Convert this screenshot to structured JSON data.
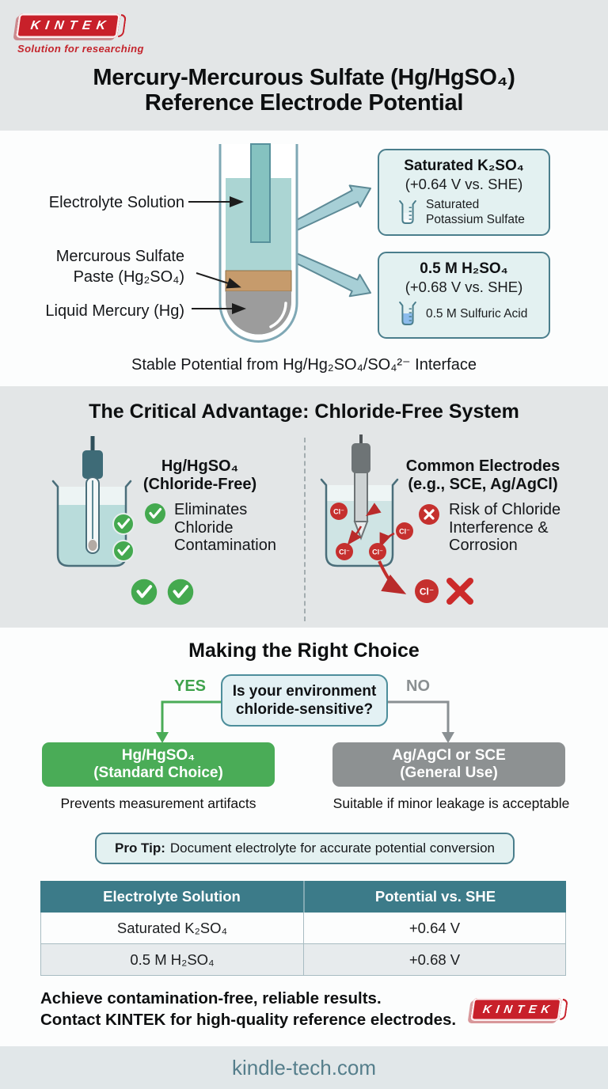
{
  "brand": {
    "name": "KINTEK",
    "tagline": "Solution for researching",
    "logo_red": "#c8202a"
  },
  "header": {
    "title_line1": "Mercury-Mercurous Sulfate (Hg/HgSO₄)",
    "title_line2": "Reference Electrode Potential"
  },
  "diagram": {
    "label_electrolyte": "Electrolyte Solution",
    "label_paste_line1": "Mercurous Sulfate",
    "label_paste_line2": "Paste (Hg₂SO₄)",
    "label_mercury": "Liquid Mercury (Hg)",
    "box1": {
      "title": "Saturated K₂SO₄",
      "potential": "(+0.64 V vs. SHE)",
      "solution_line1": "Saturated",
      "solution_line2": "Potassium Sulfate"
    },
    "box2": {
      "title": "0.5 M H₂SO₄",
      "potential": "(+0.68 V vs. SHE)",
      "solution_line1": "0.5 M Sulfuric Acid"
    },
    "caption": "Stable Potential from Hg/Hg₂SO₄/SO₄²⁻ Interface"
  },
  "advantage": {
    "title": "The Critical Advantage: Chloride-Free System",
    "left": {
      "heading_line1": "Hg/HgSO₄",
      "heading_line2": "(Chloride-Free)",
      "point": "Eliminates Chloride Contamination"
    },
    "right": {
      "heading_line1": "Common Electrodes",
      "heading_line2": "(e.g., SCE, Ag/AgCl)",
      "point": "Risk of Chloride Interference & Corrosion",
      "ion": "Cl⁻"
    }
  },
  "choice": {
    "title": "Making the Right Choice",
    "question": "Is your environment chloride-sensitive?",
    "yes_label": "YES",
    "no_label": "NO",
    "option_yes": {
      "line1": "Hg/HgSO₄",
      "line2": "(Standard Choice)",
      "caption": "Prevents measurement artifacts"
    },
    "option_no": {
      "line1": "Ag/AgCl or SCE",
      "line2": "(General Use)",
      "caption": "Suitable if minor leakage is acceptable"
    }
  },
  "protip": {
    "label": "Pro Tip:",
    "text": "Document electrolyte for accurate potential conversion"
  },
  "table": {
    "headers": [
      "Electrolyte Solution",
      "Potential vs. SHE"
    ],
    "rows": [
      [
        "Saturated K₂SO₄",
        "+0.64 V"
      ],
      [
        "0.5 M H₂SO₄",
        "+0.68 V"
      ]
    ]
  },
  "cta": {
    "line1": "Achieve contamination-free, reliable results.",
    "line2": "Contact KINTEK for high-quality reference electrodes."
  },
  "footer": {
    "url": "kindle-tech.com"
  },
  "icons": {
    "check": "✓",
    "cross": "✕"
  },
  "colors": {
    "teal": "#3c7b89",
    "green": "#4aac57",
    "red": "#c5302e",
    "gray": "#8d9192"
  }
}
